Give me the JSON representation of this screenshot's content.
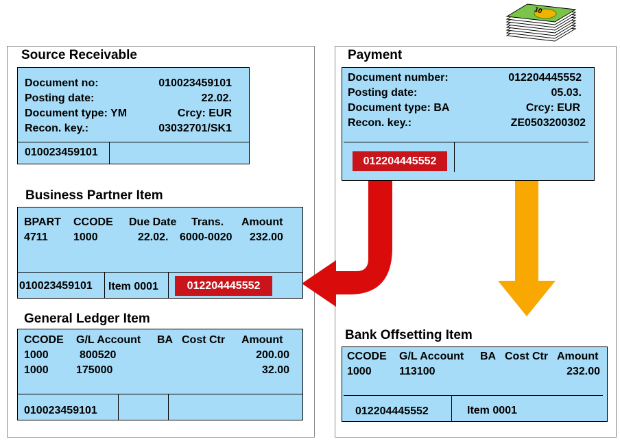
{
  "colors": {
    "box_fill": "#a6dcf7",
    "ref_tag": "#c8141a",
    "arrow_red": "#d90b0b",
    "arrow_orange": "#f8a800"
  },
  "source_receivable": {
    "title": "Source Receivable",
    "doc_no_label": "Document no:",
    "doc_no_value": "010023459101",
    "posting_date_label": "Posting date:",
    "posting_date_value": "22.02.",
    "doc_type_label": "Document type: YM",
    "crcy_label": "Crcy: EUR",
    "recon_label": "Recon. key.:",
    "recon_value": "03032701/SK1",
    "ref": "010023459101"
  },
  "payment": {
    "title": "Payment",
    "doc_no_label": "Document number:",
    "doc_no_value": "012204445552",
    "posting_date_label": "Posting date:",
    "posting_date_value": "05.03.",
    "doc_type_label": "Document type: BA",
    "crcy_label": "Crcy: EUR",
    "recon_label": "Recon. key.:",
    "recon_value": "ZE0503200302",
    "ref": "012204445552"
  },
  "business_partner_item": {
    "title": "Business Partner Item",
    "headers": [
      "BPART",
      "CCODE",
      "Due Date",
      "Trans.",
      "Amount"
    ],
    "row": [
      "4711",
      "1000",
      "22.02.",
      "6000-0020",
      "232.00"
    ],
    "ref_doc": "010023459101",
    "item": "Item 0001",
    "clearing_ref": "012204445552"
  },
  "general_ledger_item": {
    "title": "General Ledger Item",
    "headers": [
      "CCODE",
      "G/L Account",
      "BA",
      "Cost Ctr",
      "Amount"
    ],
    "rows": [
      [
        "1000",
        "800520",
        "200.00"
      ],
      [
        "1000",
        "175000",
        "32.00"
      ]
    ],
    "ref_doc": "010023459101"
  },
  "bank_offsetting_item": {
    "title": "Bank Offsetting Item",
    "headers": [
      "CCODE",
      "G/L Account",
      "BA",
      "Cost Ctr",
      "Amount"
    ],
    "row": [
      "1000",
      "113100",
      "232.00"
    ],
    "ref_doc": "012204445552",
    "item": "Item 0001"
  },
  "money_icon": {
    "denomination": "10"
  }
}
